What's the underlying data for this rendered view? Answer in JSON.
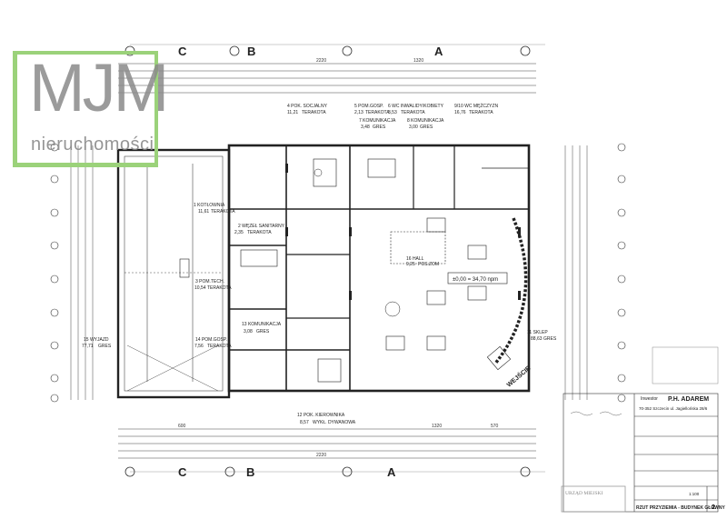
{
  "logo": {
    "brand": "MJM",
    "subtitle": "nieruchomości",
    "accent": "#9bd27a",
    "text_color": "#8a8a8a"
  },
  "axes": {
    "c": "C",
    "b": "B",
    "a": "A"
  },
  "dims": {
    "total_top": "2220",
    "total_bottom": "2220",
    "seg_1320": "1320",
    "seg_600": "600",
    "seg_570": "570"
  },
  "rooms": [
    {
      "id": "r4",
      "label": "4 POK. SOCJALNY",
      "area": "11,21",
      "finish": "TERAKOTA"
    },
    {
      "id": "r5",
      "label": "5 POM.GOSP.",
      "area": "2,13",
      "finish": "TERAKOTA"
    },
    {
      "id": "r6",
      "label": "6 WC INWALIDY/KOBIETY",
      "area": "3,53",
      "finish": "TERAKOTA"
    },
    {
      "id": "r9",
      "label": "9/10 WC MĘŻCZYZN",
      "area": "16,76",
      "finish": "TERAKOTA"
    },
    {
      "id": "r7",
      "label": "7 KOMUNIKACJA",
      "area": "3,48",
      "finish": "GRES"
    },
    {
      "id": "r8",
      "label": "8 KOMUNIKACJA",
      "area": "3,00",
      "finish": "GRES"
    },
    {
      "id": "r1",
      "label": "1 KOTŁOWNIA",
      "area": "11,61",
      "finish": "TERAKOTA"
    },
    {
      "id": "r2",
      "label": "2 WĘZEŁ SANITARNY",
      "area": "2,35",
      "finish": "TERAKOTA"
    },
    {
      "id": "r3",
      "label": "3 POM.TECH.",
      "area": "10,54",
      "finish": "TERAKOTA"
    },
    {
      "id": "r13",
      "label": "13 KOMUNIKACJA",
      "area": "3,08",
      "finish": "GRES"
    },
    {
      "id": "r14",
      "label": "14 POM.GOSP.",
      "area": "7,56",
      "finish": "TERAKOTA"
    },
    {
      "id": "r15",
      "label": "15 WYJAZD",
      "area": "77,71",
      "finish": "GRES"
    },
    {
      "id": "r11",
      "label": "11 SKLEP",
      "area": "88,63",
      "finish": "GRES"
    },
    {
      "id": "r12",
      "label": "12 POK. KIEROWNIKA",
      "area": "8,57",
      "finish": "WYKŁ. DYWANOWA"
    },
    {
      "id": "r16",
      "label": "16 HALL",
      "area": "9,25",
      "finish": "POS.ZOM"
    }
  ],
  "level": "±0,00 = 34,70 npm",
  "entry": "WEJŚCIE",
  "titleblock": {
    "investor_label": "Inwestor",
    "investor_name": "P.H. ADAREM",
    "investor_address": "70-352 Szczecin ul. Jagiellońska 28/6",
    "drawing_title": "RZUT PRZYZIEMIA - BUDYNEK GŁÓWNY",
    "sheet_no": "2",
    "scale": "1:100"
  },
  "stamp_text": "URZĄD MIEJSKI"
}
